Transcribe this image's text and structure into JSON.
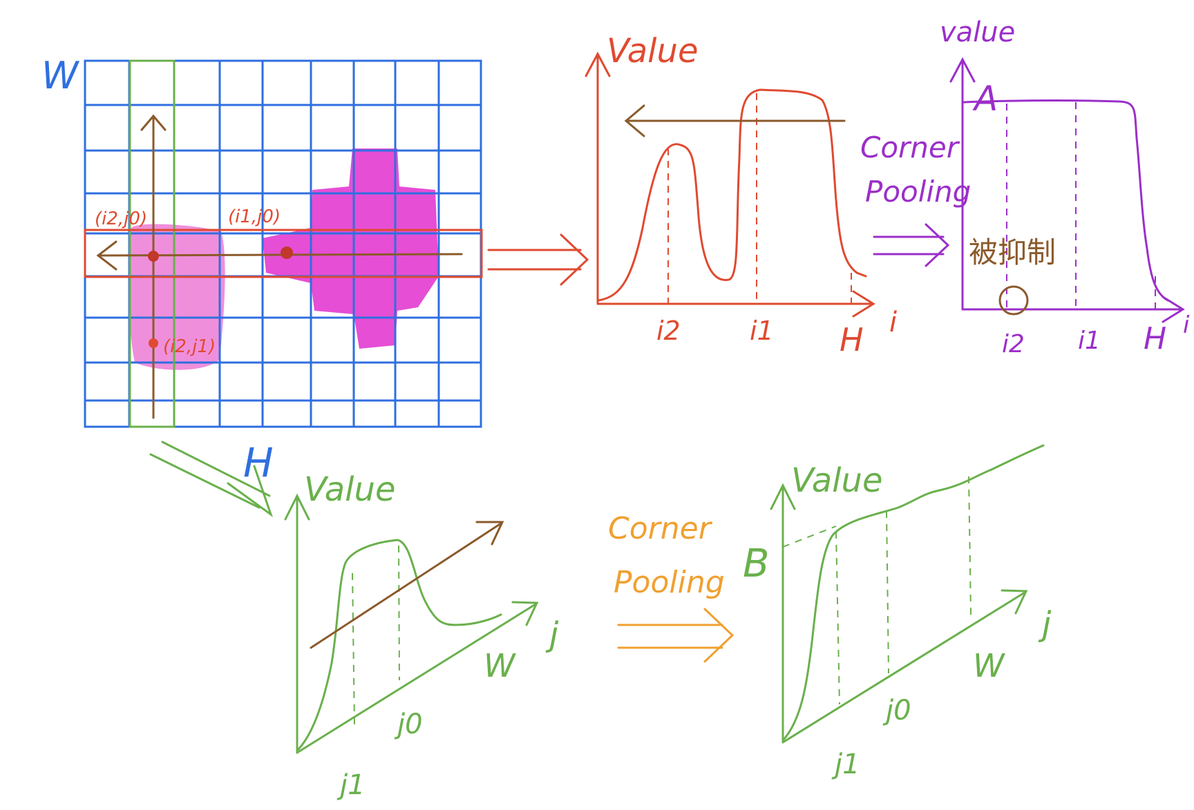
{
  "colors": {
    "grid": "#2f6fe0",
    "green": "#6ab04c",
    "brown": "#8b5a2b",
    "red": "#e04a30",
    "purple": "#9b2fc9",
    "orange": "#f0a030",
    "magenta": "#e83ccf",
    "pink": "#ef8fdc"
  },
  "grid": {
    "w_label": "W",
    "h_label": "H",
    "pt_i2_j0": "(i2,j0)",
    "pt_i1_j0": "(i1,j0)",
    "pt_i2_j1": "(i2,j1)"
  },
  "plot_top_left": {
    "ylabel": "Value",
    "xlabel": "i",
    "tick_i2": "i2",
    "tick_i1": "i1",
    "tick_h": "H"
  },
  "cp_top": {
    "line1": "Corner",
    "line2": "Pooling"
  },
  "plot_top_right": {
    "ylabel": "value",
    "xlabel": "i",
    "label_a": "A",
    "suppressed": "被抑制",
    "tick_i2": "i2",
    "tick_i1": "i1",
    "tick_h": "H"
  },
  "plot_bottom_left": {
    "ylabel": "Value",
    "xlabel": "j",
    "tick_w": "W",
    "tick_j0": "j0",
    "tick_j1": "j1"
  },
  "cp_bottom": {
    "line1": "Corner",
    "line2": "Pooling"
  },
  "plot_bottom_right": {
    "ylabel": "Value",
    "xlabel": "j",
    "label_b": "B",
    "tick_w": "W",
    "tick_j0": "j0",
    "tick_j1": "j1"
  }
}
